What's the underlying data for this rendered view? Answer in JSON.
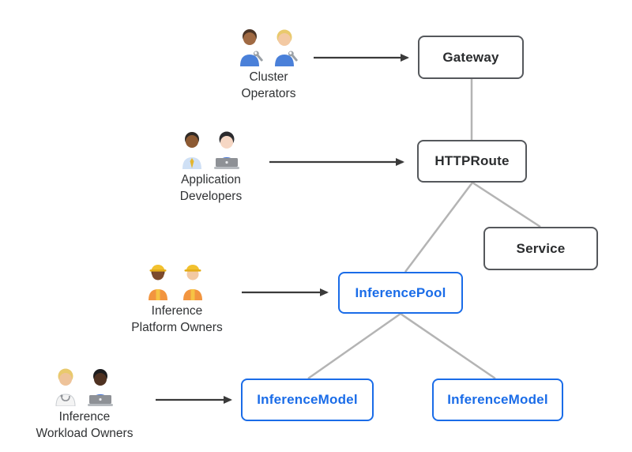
{
  "colors": {
    "core_border": "#55585c",
    "core_text": "#2a2c2e",
    "extension_border": "#1a6ce8",
    "extension_text": "#1a6ce8",
    "connector": "#b4b4b4",
    "arrow": "#3a3a3a"
  },
  "personas": [
    {
      "id": "cluster-operators",
      "line1": "Cluster",
      "line2": "Operators",
      "icons": [
        "man-mechanic",
        "woman-mechanic"
      ],
      "points_to": "Gateway"
    },
    {
      "id": "application-developers",
      "line1": "Application",
      "line2": "Developers",
      "icons": [
        "man-office-worker",
        "woman-technologist"
      ],
      "points_to": "HTTPRoute"
    },
    {
      "id": "inference-platform-owners",
      "line1": "Inference",
      "line2": "Platform Owners",
      "icons": [
        "woman-construction-worker",
        "man-construction-worker"
      ],
      "points_to": "InferencePool"
    },
    {
      "id": "inference-workload-owners",
      "line1": "Inference",
      "line2": "Workload Owners",
      "icons": [
        "health-worker",
        "man-technologist"
      ],
      "points_to": "InferenceModel"
    }
  ],
  "nodes": {
    "gateway": {
      "label": "Gateway",
      "style": "core"
    },
    "httproute": {
      "label": "HTTPRoute",
      "style": "core"
    },
    "service": {
      "label": "Service",
      "style": "core"
    },
    "inferencepool": {
      "label": "InferencePool",
      "style": "extension"
    },
    "inferencemodel_left": {
      "label": "InferenceModel",
      "style": "extension"
    },
    "inferencemodel_right": {
      "label": "InferenceModel",
      "style": "extension"
    }
  },
  "edges": [
    {
      "from": "Gateway",
      "to": "HTTPRoute"
    },
    {
      "from": "HTTPRoute",
      "to": "Service"
    },
    {
      "from": "HTTPRoute",
      "to": "InferencePool"
    },
    {
      "from": "InferencePool",
      "to": "InferenceModel (left)"
    },
    {
      "from": "InferencePool",
      "to": "InferenceModel (right)"
    }
  ]
}
